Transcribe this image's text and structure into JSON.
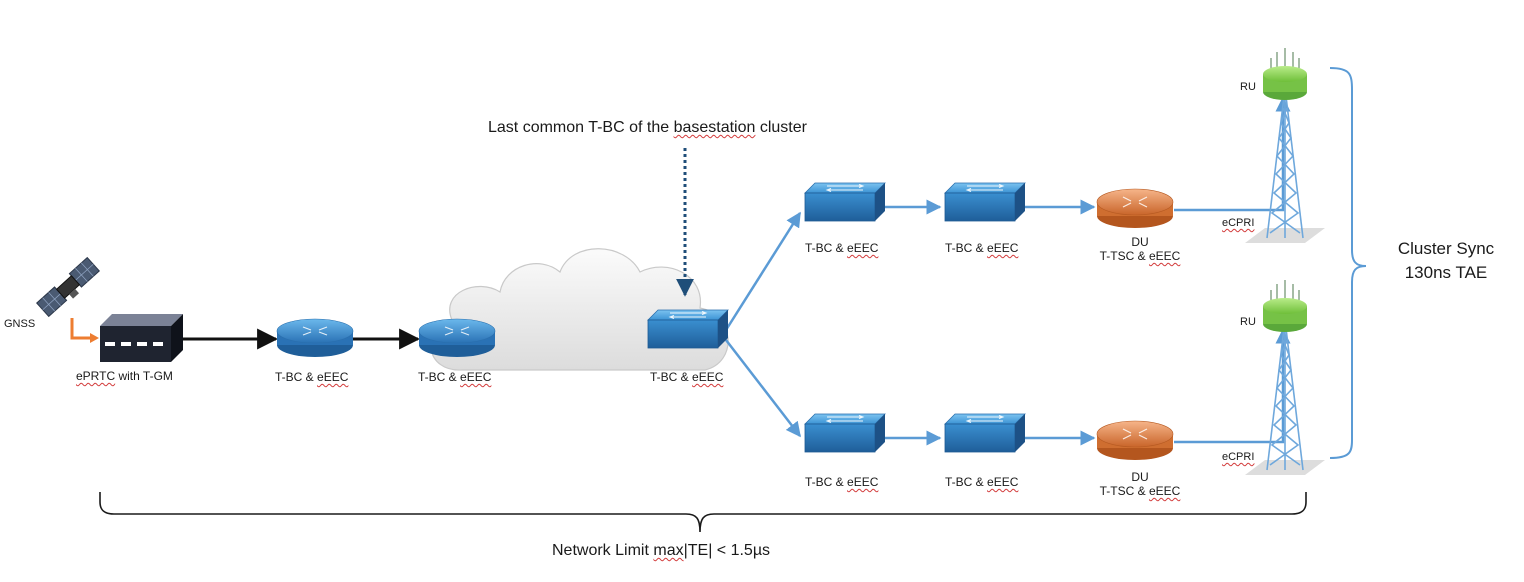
{
  "annotation": {
    "last_common_prefix": "Last common T-BC of the ",
    "last_common_word": "basestation",
    "last_common_suffix": " cluster"
  },
  "gnss": {
    "label": "GNSS"
  },
  "eprtc": {
    "label_word": "ePRTC",
    "label_rest": " with T-GM"
  },
  "nodes": {
    "tbc_router_1": {
      "prefix": "T-BC & ",
      "word": "eEEC"
    },
    "tbc_router_2": {
      "prefix": "T-BC & ",
      "word": "eEEC"
    },
    "tbc_switch_cloud": {
      "prefix": "T-BC & ",
      "word": "eEEC"
    },
    "tbc_switch_upper_1": {
      "prefix": "T-BC & ",
      "word": "eEEC"
    },
    "tbc_switch_upper_2": {
      "prefix": "T-BC & ",
      "word": "eEEC"
    },
    "tbc_switch_lower_1": {
      "prefix": "T-BC & ",
      "word": "eEEC"
    },
    "tbc_switch_lower_2": {
      "prefix": "T-BC & ",
      "word": "eEEC"
    }
  },
  "du": {
    "upper": {
      "title": "DU",
      "prefix": "T-TSC & ",
      "word": "eEEC"
    },
    "lower": {
      "title": "DU",
      "prefix": "T-TSC & ",
      "word": "eEEC"
    }
  },
  "links": {
    "upper_ecpri": "eCPRI",
    "lower_ecpri": "eCPRI"
  },
  "ru": {
    "upper": "RU",
    "lower": "RU"
  },
  "cluster_sync": {
    "line1": "Cluster Sync",
    "line2": "130ns TAE"
  },
  "network_limit": {
    "prefix": "Network Limit  ",
    "word": "max",
    "suffix": "|TE| < 1.5µs"
  },
  "colors": {
    "switch_blue": "#3a8fd0",
    "router_blue": "#2f7fc4",
    "du_orange": "#e07c3e",
    "ru_green": "#8bd45a",
    "link_blue": "#5b9bd5",
    "gnss_arrow": "#ed7d31",
    "dotted_arrow": "#1f4e79"
  }
}
